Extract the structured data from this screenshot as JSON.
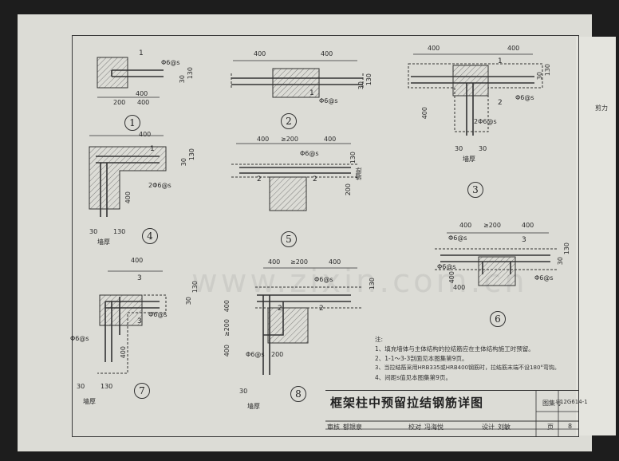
{
  "drawing": {
    "title": "框架柱中预留拉结钢筋详图",
    "atlas_label": "图集号",
    "atlas_no": "12G614-1",
    "page_label": "页",
    "page_no": "8",
    "approval": [
      {
        "label": "审核",
        "name": "郁银泉"
      },
      {
        "label": "校对",
        "name": "冯海悦"
      },
      {
        "label": "设计",
        "name": "刘敏"
      }
    ],
    "side_tab": "剪力"
  },
  "notes": {
    "heading": "注:",
    "items": [
      "1、填充墙体与主体结构的拉结筋应在主体结构施工时预留。",
      "2、1-1～3-3剖面见本图集第9页。",
      "3、当拉结筋采用HRB335或HRB400钢筋时，拉结筋末端不设180°弯钩。",
      "4、间距s值见本图集第9页。"
    ]
  },
  "figures": [
    {
      "id": "1",
      "dims": [
        "400",
        "200",
        "400",
        "30",
        "130"
      ],
      "rebar": "Φ6@s",
      "sections": [
        "1"
      ]
    },
    {
      "id": "2",
      "dims": [
        "400",
        "400",
        "30",
        "130"
      ],
      "rebar": "Φ6@s",
      "sections": [
        "1"
      ]
    },
    {
      "id": "3",
      "dims": [
        "400",
        "400",
        "400",
        "30",
        "130",
        "30",
        "30"
      ],
      "rebar": [
        "Φ6@s",
        "2Φ6@s"
      ],
      "sections": [
        "1",
        "2"
      ],
      "wall": "墙厚"
    },
    {
      "id": "4",
      "dims": [
        "400",
        "400",
        "30",
        "130",
        "30",
        "130"
      ],
      "rebar": "2Φ6@s",
      "sections": [
        "1"
      ],
      "wall": "墙厚"
    },
    {
      "id": "5",
      "dims": [
        "400",
        "≥200",
        "400",
        "130",
        "200"
      ],
      "rebar": "Φ6@s",
      "sections": [
        "2",
        "2"
      ],
      "wall": "墙厚"
    },
    {
      "id": "6",
      "dims": [
        "400",
        "≥200",
        "400",
        "400",
        "400",
        "130",
        "30"
      ],
      "rebar": [
        "Φ6@s",
        "Φ6@s",
        "Φ6@s"
      ],
      "sections": [
        "3"
      ]
    },
    {
      "id": "7",
      "dims": [
        "400",
        "400",
        "30",
        "130",
        "30",
        "130"
      ],
      "rebar": [
        "Φ6@s",
        "Φ6@s"
      ],
      "sections": [
        "3",
        "3"
      ],
      "wall": "墙厚"
    },
    {
      "id": "8",
      "dims": [
        "400",
        "≥200",
        "400",
        "400",
        "≥200",
        "400",
        "200",
        "30",
        "130"
      ],
      "rebar": [
        "Φ6@s",
        "Φ6@s"
      ],
      "sections": [
        "2",
        "2"
      ],
      "wall": "墙厚"
    }
  ],
  "watermark": "www.zixin.com.cn"
}
